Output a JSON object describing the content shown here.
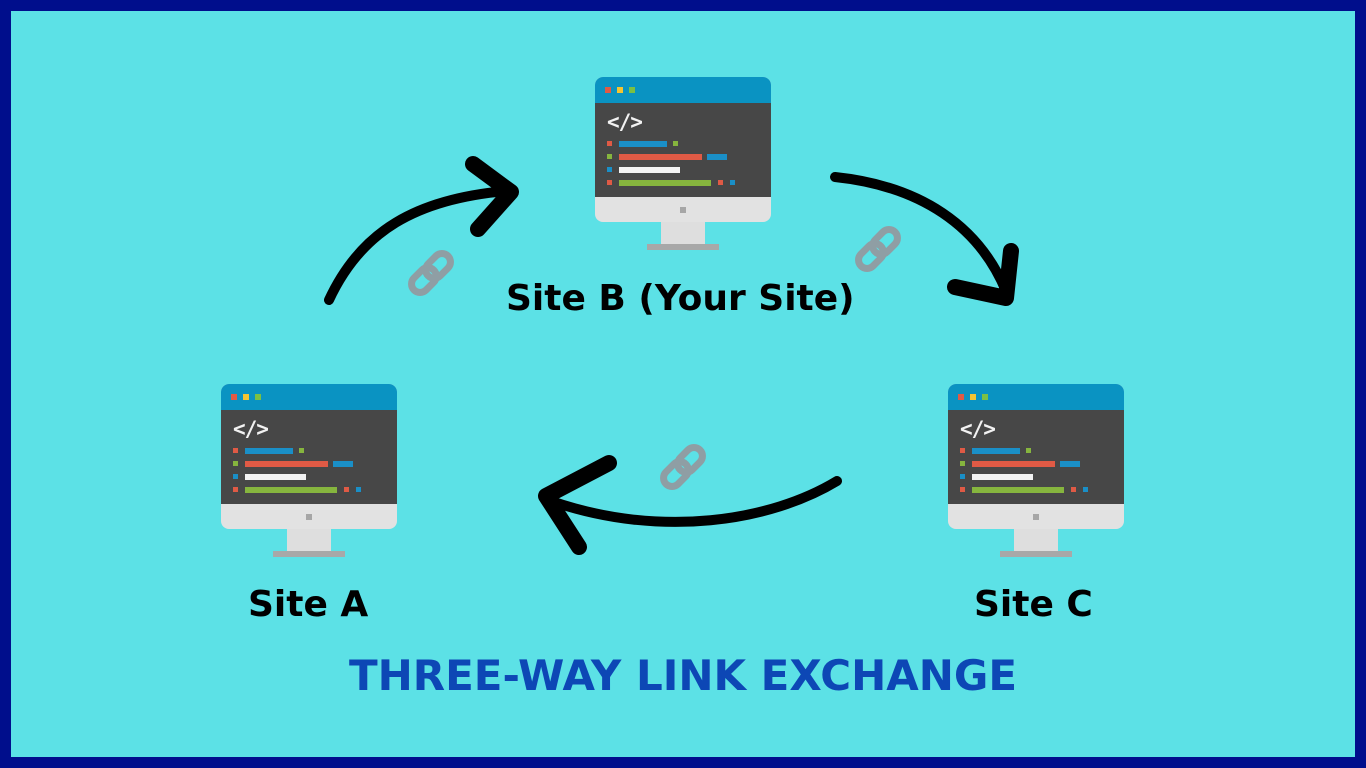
{
  "sites": {
    "b": {
      "label": "Site B (Your Site)"
    },
    "a": {
      "label": "Site A"
    },
    "c": {
      "label": "Site C"
    }
  },
  "screen_code_glyph": "</>",
  "title": "THREE-WAY LINK EXCHANGE",
  "colors": {
    "frame": "#000e8c",
    "background": "#5ce1e6",
    "title": "#0d47b5",
    "arrow": "#000000",
    "link_icon": "#8f9ea4",
    "monitor_titlebar": "#0a93c2",
    "monitor_screen": "#474747",
    "code_red": "#e05a45",
    "code_blue": "#1a8fc7",
    "code_green": "#86b53e",
    "code_white": "#f2f2f2",
    "dot_red": "#e05a45",
    "dot_yellow": "#f4c431",
    "dot_green": "#7bc043"
  },
  "icons": {
    "computer": "desktop-monitor-with-code-icon",
    "link": "chain-link-icon",
    "arrow": "curved-arrow"
  }
}
